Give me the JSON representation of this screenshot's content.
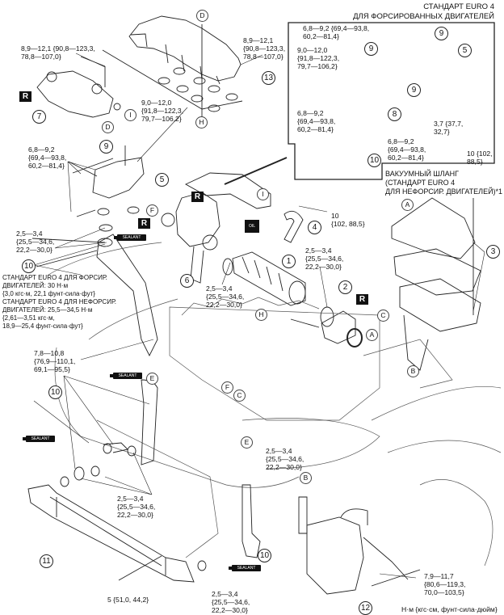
{
  "header": {
    "line1": "СТАНДАРТ EURO 4",
    "line2": "ДЛЯ ФОРСИРОВАННЫХ ДВИГАТЕЛЕЙ"
  },
  "vacuum_hose_note": "ВАКУУМНЫЙ ШЛАНГ\n(СТАНДАРТ EURO 4\nДЛЯ НЕФОРСИР. ДВИГАТЕЛЕЙ)*1",
  "torque_note": "СТАНДАРТ EURO 4 ДЛЯ ФОРСИР.\nДВИГАТЕЛЕЙ: 30 Н·м\n{3,0 кгс·м, 22,1 фунт-сила·фут}\nСТАНДАРТ EURO 4 ДЛЯ НЕФОРСИР.\nДВИГАТЕЛЕЙ: 25,5—34,5 Н·м\n{2,61—3,51 кгс·м,\n18,9—25,4 фунт-сила·фут}",
  "units": "Н·м {кгс·см, фунт-сила·дюйм}",
  "torque": {
    "cover_bolt": "8,9—12,1 {90,8—123,3,\n78,8—107,0}",
    "manifold_bolt": "8,9—12,1\n{90,8—123,3,\n78,8—107,0}",
    "stud": "9,0—12,0\n{91,8—122,3,\n79,7—106,2}",
    "throttle_bolts": "6,8—9,2\n{69,4—93,8,\n60,2—81,4}",
    "clamp_left": "2,5—3,4\n{25,5—34,6,\n22,2—30,0}",
    "bracket_bolt": "7,8—10,8\n{76,9—110,1,\n69,1—95,5}",
    "inset_bolt_top": "6,8—9,2 {69,4—93,8,\n60,2—81,4}",
    "inset_stud": "9,0—12,0\n{91,8—122,3,\n79,7—106,2}",
    "inset_bolt_left": "6,8—9,2\n{69,4—93,8,\n60,2—81,4}",
    "inset_clamps": "3,7 {37,7,\n32,7}",
    "inset_bolt_bottom": "6,8—9,2\n{69,4—93,8,\n60,2—81,4}",
    "inset_bolt_right": "10 {102,\n88,5}",
    "pipe_bolt": "10\n{102, 88,5}",
    "clamp_air_hose_right": "2,5—3,4\n{25,5—34,6,\n22,2—30,0}",
    "clamp_air_hose_left": "2,5—3,4\n{25,5—34,6,\n22,2—30,0}",
    "clamp_intercooler": "2,5—3,4\n{25,5—34,6,\n22,2—30,0}",
    "intercooler_bolt": "5 {51,0, 44,2}",
    "clamp_intercooler_outlet": "2,5—3,4\n{25,5—34,6,\n22,2—30,0}",
    "clamp_resonator": "2,5—3,4\n{25,5—34,6,\n22,2—30,0}",
    "resonator_bolts": "7,9—11,7\n{80,6—119,3,\n70,0—103,5}"
  },
  "callouts": [
    "1",
    "2",
    "3",
    "4",
    "5",
    "6",
    "7",
    "8",
    "9",
    "10",
    "11",
    "12",
    "13"
  ],
  "letters": [
    "A",
    "B",
    "C",
    "D",
    "E",
    "F",
    "H",
    "I"
  ],
  "tags": {
    "replace": "R",
    "sealant": "SEALANT",
    "oil": "OIL"
  },
  "colors": {
    "line": "#111111",
    "background": "#ffffff"
  }
}
